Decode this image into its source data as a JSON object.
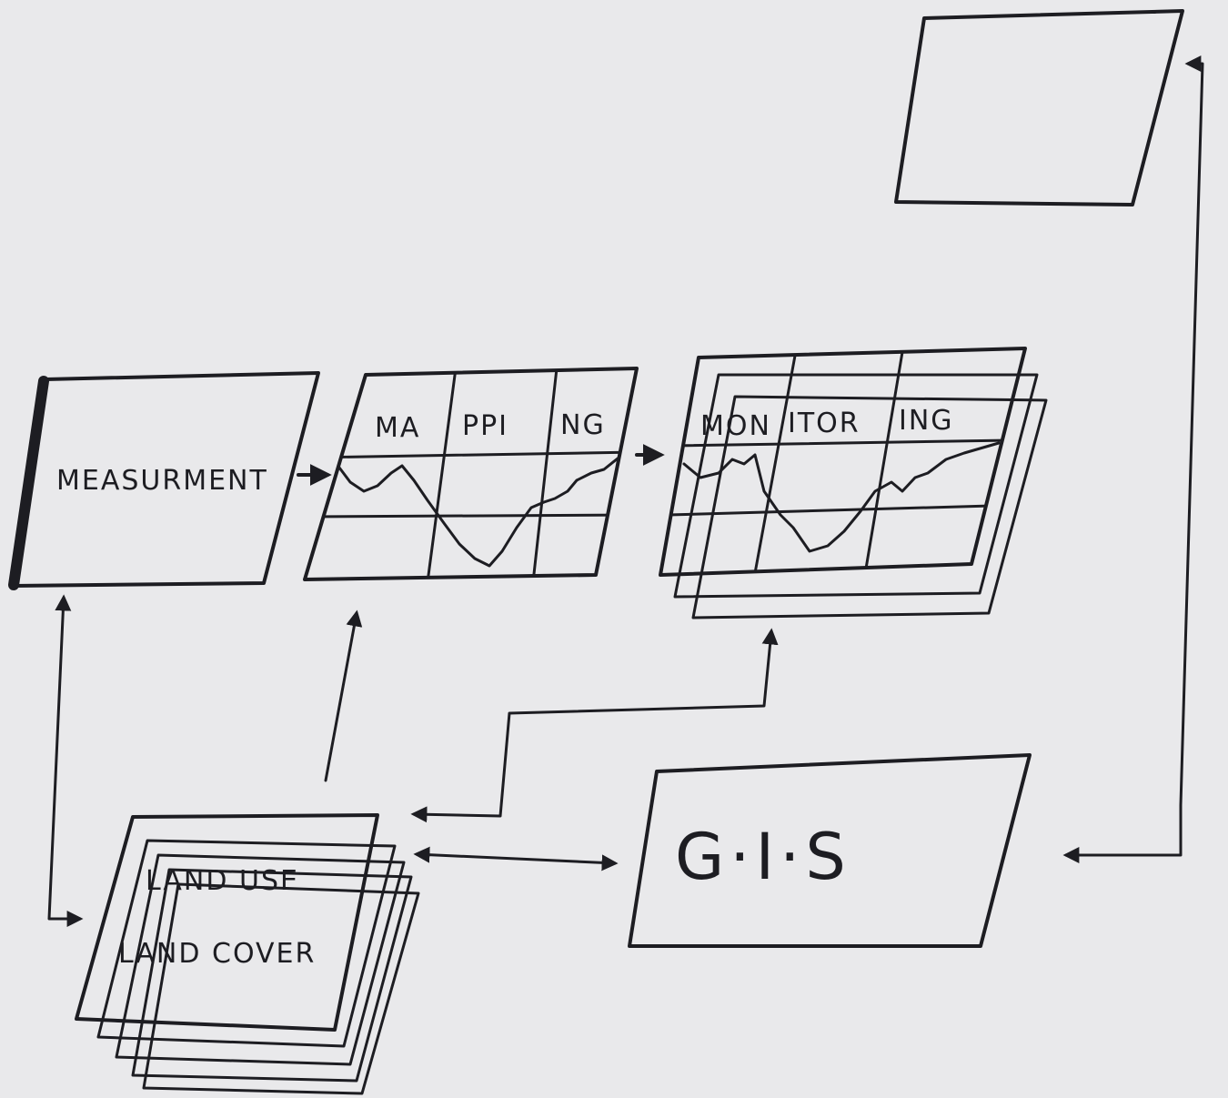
{
  "diagram": {
    "measurement_label": "MEASURMENT",
    "mapping_label_parts": [
      "MA",
      "PPI",
      "NG"
    ],
    "monitoring_label_parts": [
      "MON",
      "ITOR",
      "ING"
    ],
    "landuse_line1": "LAND USE",
    "landuse_line2": "LAND COVER",
    "gis_label": "G·I·S"
  },
  "colors": {
    "background": "#e9e9eb",
    "ink": "#1d1d22",
    "mapping_fill": "#e4e4bc",
    "monitoring_fill": "#e7e6c6",
    "monitoring_layer_green": "#bcd9b4",
    "monitoring_layer_pink": "#dcb7d6",
    "landuse_purple": "#c79ac9",
    "landuse_blue": "#8fc3de",
    "landuse_green": "#9bcf91",
    "landuse_salmon": "#e79b86",
    "landuse_red": "#d46b66",
    "output_fill": "#ddb6a2"
  }
}
